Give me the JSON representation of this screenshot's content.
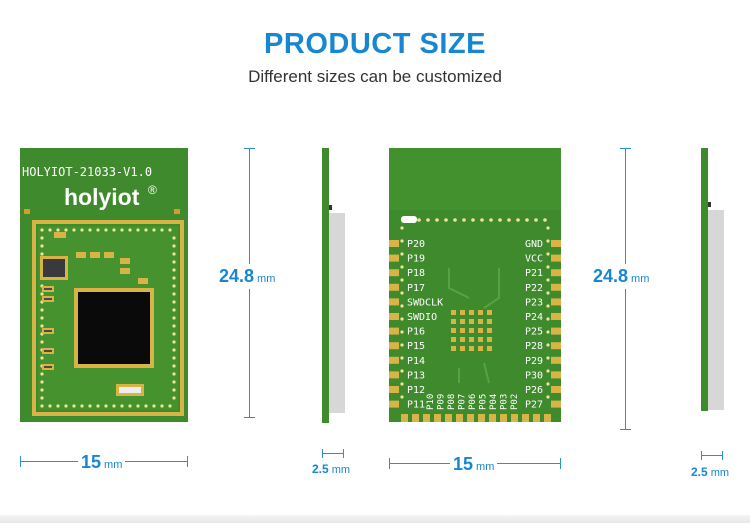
{
  "header": {
    "title": "PRODUCT SIZE",
    "subtitle": "Different sizes can be customized"
  },
  "front": {
    "silkscreen": "HOLYIOT-21033-V1.0",
    "brand": "holyiot",
    "registered": "®",
    "height_value": "24.8",
    "height_unit": "mm",
    "width_value": "15",
    "width_unit": "mm",
    "thickness_value": "2.5",
    "thickness_unit": "mm"
  },
  "back": {
    "pins_left": [
      "P20",
      "P19",
      "P18",
      "P17",
      "SWDCLK",
      "SWDIO",
      "P16",
      "P15",
      "P14",
      "P13",
      "P12",
      "P11"
    ],
    "pins_right": [
      "GND",
      "VCC",
      "P21",
      "P22",
      "P23",
      "P24",
      "P25",
      "P28",
      "P29",
      "P30",
      "P26",
      "P27"
    ],
    "pins_bottom": [
      "P10",
      "P09",
      "P08",
      "P07",
      "P06",
      "P05",
      "P04",
      "P03",
      "P02"
    ],
    "height_value": "24.8",
    "height_unit": "mm",
    "width_value": "15",
    "width_unit": "mm",
    "thickness_value": "2.5",
    "thickness_unit": "mm"
  },
  "colors": {
    "accent": "#1787d1",
    "pcb_green": "#3f8a2c",
    "gold": "#d8b446"
  }
}
